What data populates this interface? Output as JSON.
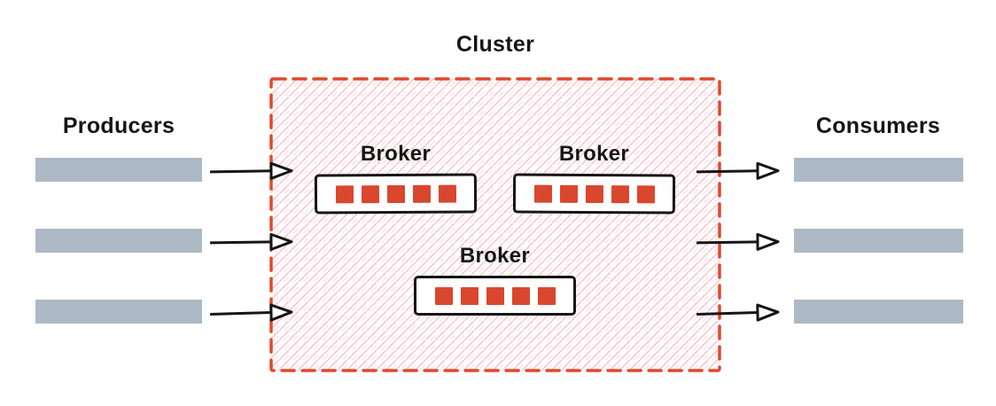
{
  "diagram": {
    "title": "Cluster",
    "producers": {
      "label": "Producers",
      "count": 3
    },
    "consumers": {
      "label": "Consumers",
      "count": 3
    },
    "brokers": [
      {
        "label": "Broker",
        "partition_count": 5
      },
      {
        "label": "Broker",
        "partition_count": 5
      },
      {
        "label": "Broker",
        "partition_count": 5
      }
    ],
    "colors": {
      "cluster_border_red": "#e0492c",
      "partition_red": "#d9472e",
      "hatch_pink": "#f7c6ce",
      "bar_gray": "#adb9c4",
      "text": "#161616"
    }
  }
}
